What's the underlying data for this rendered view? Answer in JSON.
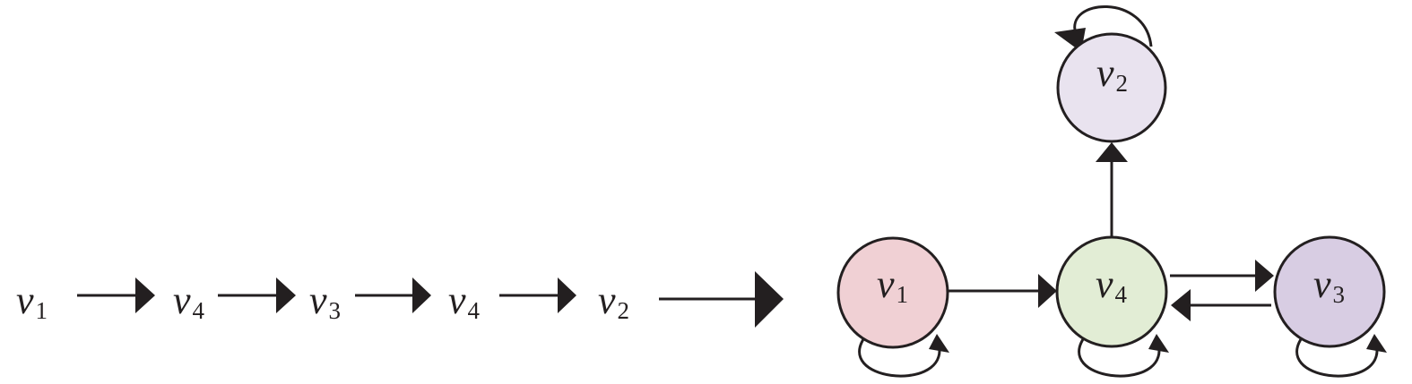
{
  "sequence": [
    {
      "letter": "v",
      "index": "1"
    },
    {
      "letter": "v",
      "index": "4"
    },
    {
      "letter": "v",
      "index": "3"
    },
    {
      "letter": "v",
      "index": "4"
    },
    {
      "letter": "v",
      "index": "2"
    }
  ],
  "nodes": [
    {
      "id": "v1",
      "letter": "v",
      "index": "1",
      "fill": "#f0d0d4"
    },
    {
      "id": "v2",
      "letter": "v",
      "index": "2",
      "fill": "#e9e3ef"
    },
    {
      "id": "v3",
      "letter": "v",
      "index": "3",
      "fill": "#d8cde3"
    },
    {
      "id": "v4",
      "letter": "v",
      "index": "4",
      "fill": "#e2edd5"
    }
  ],
  "edges": [
    {
      "from": "v1",
      "to": "v4"
    },
    {
      "from": "v4",
      "to": "v2"
    },
    {
      "from": "v4",
      "to": "v3"
    },
    {
      "from": "v3",
      "to": "v4"
    }
  ],
  "self_loops": [
    "v1",
    "v2",
    "v3",
    "v4"
  ],
  "colors": {
    "ink": "#231f20"
  }
}
